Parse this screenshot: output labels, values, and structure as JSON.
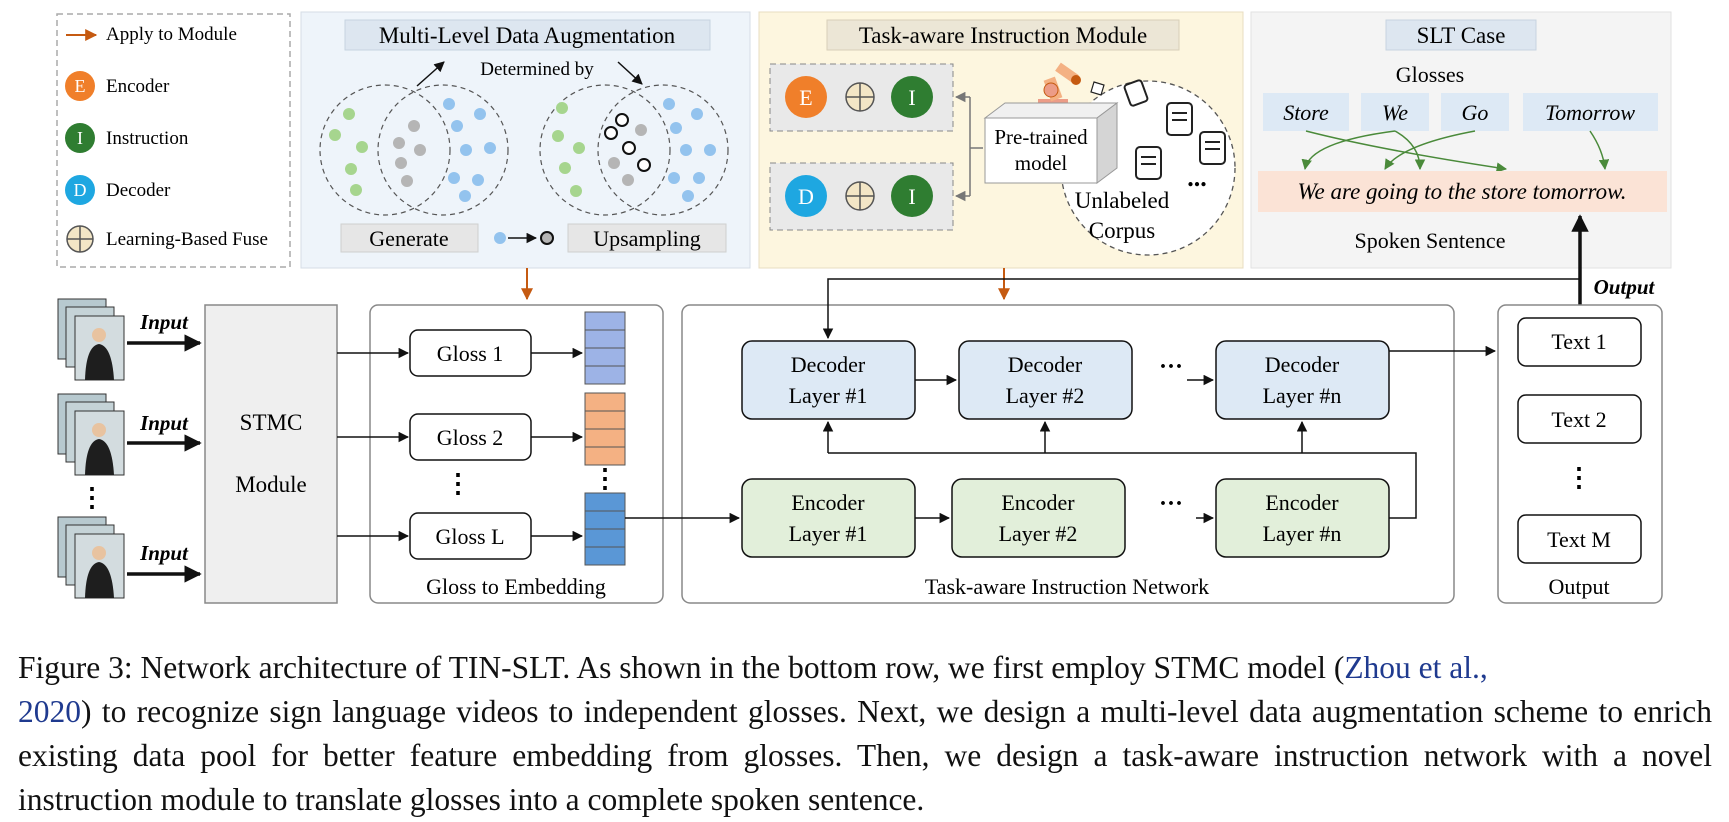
{
  "legend": {
    "apply": "Apply to Module",
    "items": [
      {
        "letter": "E",
        "label": "Encoder",
        "color": "#f07f2a"
      },
      {
        "letter": "I",
        "label": "Instruction",
        "color": "#2f7d31"
      },
      {
        "letter": "D",
        "label": "Decoder",
        "color": "#1ea7e1"
      },
      {
        "letter": "⊕",
        "label": "Learning-Based Fuse",
        "color": "#f3e6c6"
      }
    ]
  },
  "augmentation": {
    "title": "Multi-Level Data Augmentation",
    "determined": "Determined by",
    "generate": "Generate",
    "upsampling": "Upsampling"
  },
  "instruction": {
    "title": "Task-aware Instruction Module",
    "pretrained": [
      "Pre-trained",
      "model"
    ],
    "corpus": [
      "Unlabeled",
      "Corpus"
    ],
    "row1": [
      "E",
      "⊕",
      "I"
    ],
    "row2": [
      "D",
      "⊕",
      "I"
    ],
    "dots": "..."
  },
  "slt": {
    "title": "SLT Case",
    "glosses_label": "Glosses",
    "glosses": [
      "Store",
      "We",
      "Go",
      "Tomorrow"
    ],
    "sentence": "We are going to the store tomorrow.",
    "spoken_label": "Spoken Sentence"
  },
  "pipeline": {
    "inputs": [
      "Input",
      "Input",
      "Input"
    ],
    "stmc": [
      "STMC",
      "Module"
    ],
    "gloss_items": [
      "Gloss 1",
      "Gloss 2",
      "Gloss L"
    ],
    "gloss_panel": "Gloss to Embedding",
    "decoders": [
      [
        "Decoder",
        "Layer #1"
      ],
      [
        "Decoder",
        "Layer #2"
      ],
      [
        "Decoder",
        "Layer #n"
      ]
    ],
    "encoders": [
      [
        "Encoder",
        "Layer #1"
      ],
      [
        "Encoder",
        "Layer #2"
      ],
      [
        "Encoder",
        "Layer #n"
      ]
    ],
    "network_label": "Task-aware Instruction Network",
    "output_label": "Output",
    "output_arrow": "Output",
    "texts": [
      "Text 1",
      "Text 2",
      "Text M"
    ],
    "vdots": "⋮",
    "hdots": "···"
  },
  "caption": {
    "part1": "Figure 3: Network architecture of TIN-SLT. As shown in the bottom row, we first employ STMC model (",
    "cite1": "Zhou et al.,",
    "cite2": "2020",
    "part2": ") to recognize sign language videos to independent glosses. Next, we design a multi-level data augmentation scheme to enrich existing data pool for better feature embedding from glosses. Then, we design a task-aware instruction network with a novel instruction module to translate glosses into a complete spoken sentence."
  },
  "colors": {
    "decoder_fill": "#dde9f5",
    "encoder_fill": "#e2efda",
    "panel_blue": "#eef4fa",
    "panel_yellow": "#fdf6df",
    "sentence_fill": "#fbe3d6",
    "arrow_orange": "#c55a11",
    "emb1": "#9db3e6",
    "emb2": "#f4b183",
    "emb3": "#5a97d6"
  }
}
